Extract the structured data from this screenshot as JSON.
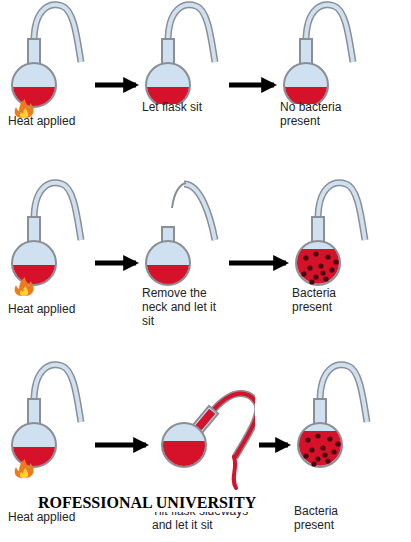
{
  "diagram": {
    "nodes": [
      {
        "text": [
          "Heat applied"
        ]
      },
      {
        "text": [
          "Let flask sit"
        ]
      },
      {
        "text": [
          "No bacteria present"
        ]
      },
      {
        "text": [
          "Heat applied"
        ]
      },
      {
        "text": [
          "Remove the neck and let it sit"
        ]
      },
      {
        "text": [
          "Bacteria present"
        ]
      },
      {
        "text": [
          "Heat applied"
        ]
      },
      {
        "text": [
          "Tilt flask sideways and let it sit"
        ]
      },
      {
        "text": [
          "Bacteria present"
        ]
      }
    ],
    "edges": [
      {
        "from": 0,
        "to": 1,
        "arrow": "to"
      },
      {
        "from": 1,
        "to": 2,
        "arrow": "to"
      },
      {
        "from": 3,
        "to": 4,
        "arrow": "to"
      },
      {
        "from": 4,
        "to": 5,
        "arrow": "to"
      },
      {
        "from": 6,
        "to": 7,
        "arrow": "to"
      },
      {
        "from": 7,
        "to": 8,
        "arrow": "to"
      }
    ],
    "labels": [
      "ROFESSIONAL UNIVERSITY"
    ]
  }
}
